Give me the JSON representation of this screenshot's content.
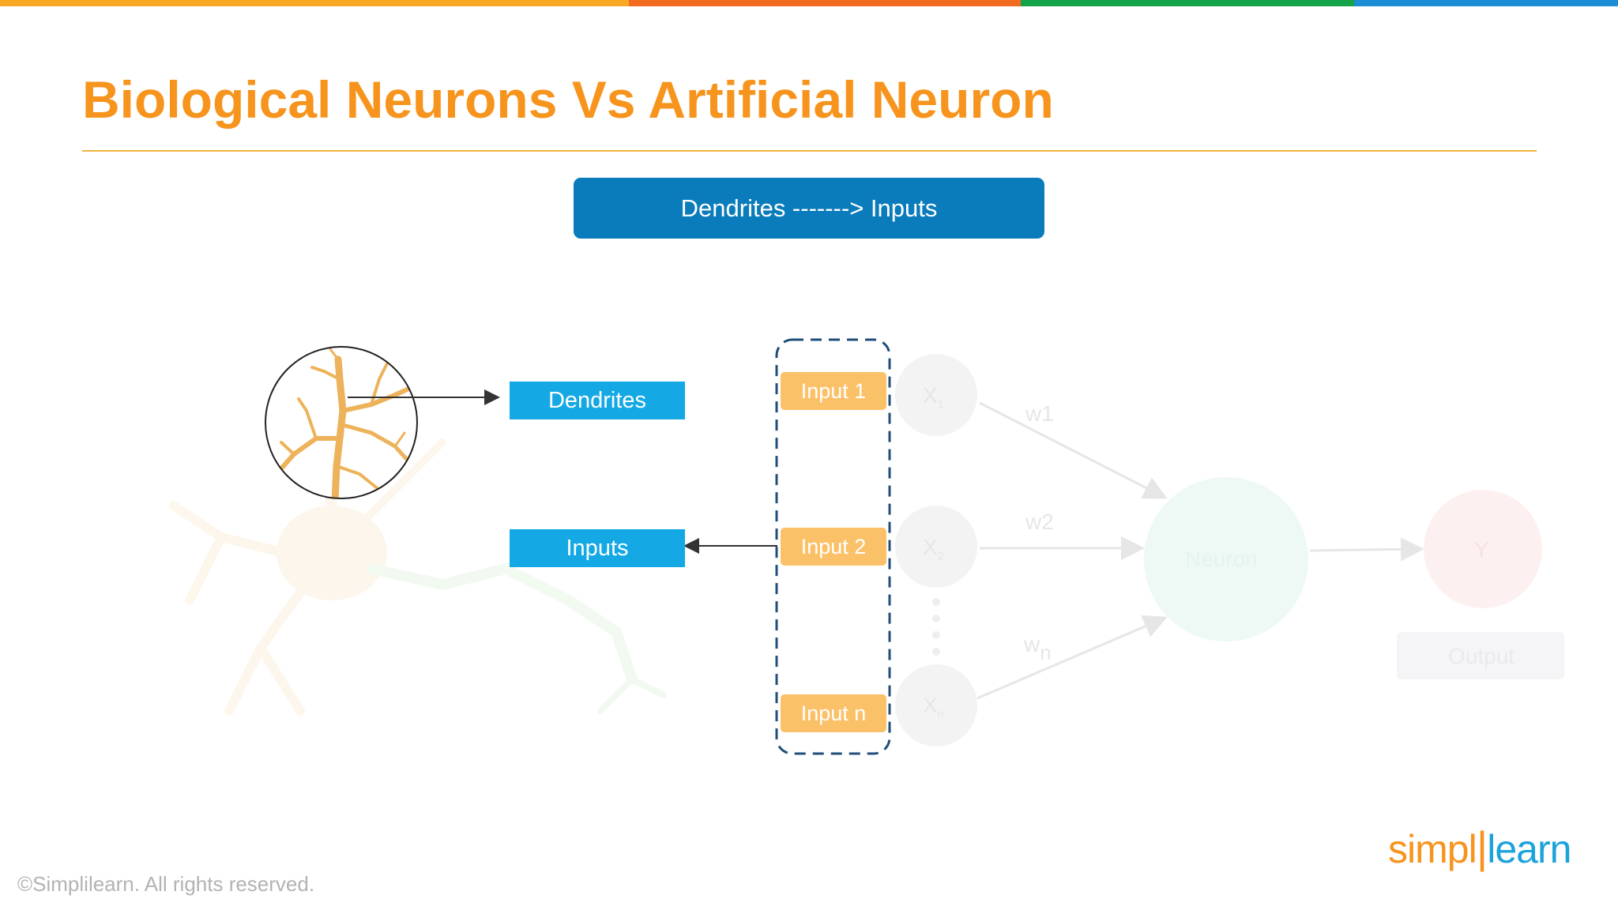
{
  "slide": {
    "title": "Biological Neurons Vs Artificial Neuron",
    "banner": "Dendrites -------> Inputs"
  },
  "labels": {
    "dendrites": "Dendrites",
    "inputs": "Inputs"
  },
  "input_boxes": [
    "Input 1",
    "Input 2",
    "Input n"
  ],
  "faded_network": {
    "nodes": {
      "x1": "X",
      "x1_sub": "1",
      "x2": "X",
      "x2_sub": "2",
      "xn": "X",
      "xn_sub": "n"
    },
    "weights": {
      "w1": "w1",
      "w2": "w2",
      "wn": "w",
      "wn_sub": "n"
    },
    "neuron": "Neuron",
    "output_node": "Y",
    "output_label": "Output"
  },
  "footer": {
    "copyright": "©Simplilearn. All rights reserved.",
    "logo_part1": "simpl",
    "logo_part2": "learn"
  },
  "colors": {
    "title": "#F7941D",
    "banner": "#0A7CBB",
    "label_blue": "#14A8E5",
    "input_orange": "#FBC168",
    "dashed_border": "#1F4E79",
    "topbar": [
      "#F9A825",
      "#F26B21",
      "#15A34A",
      "#1C8ED6"
    ]
  }
}
